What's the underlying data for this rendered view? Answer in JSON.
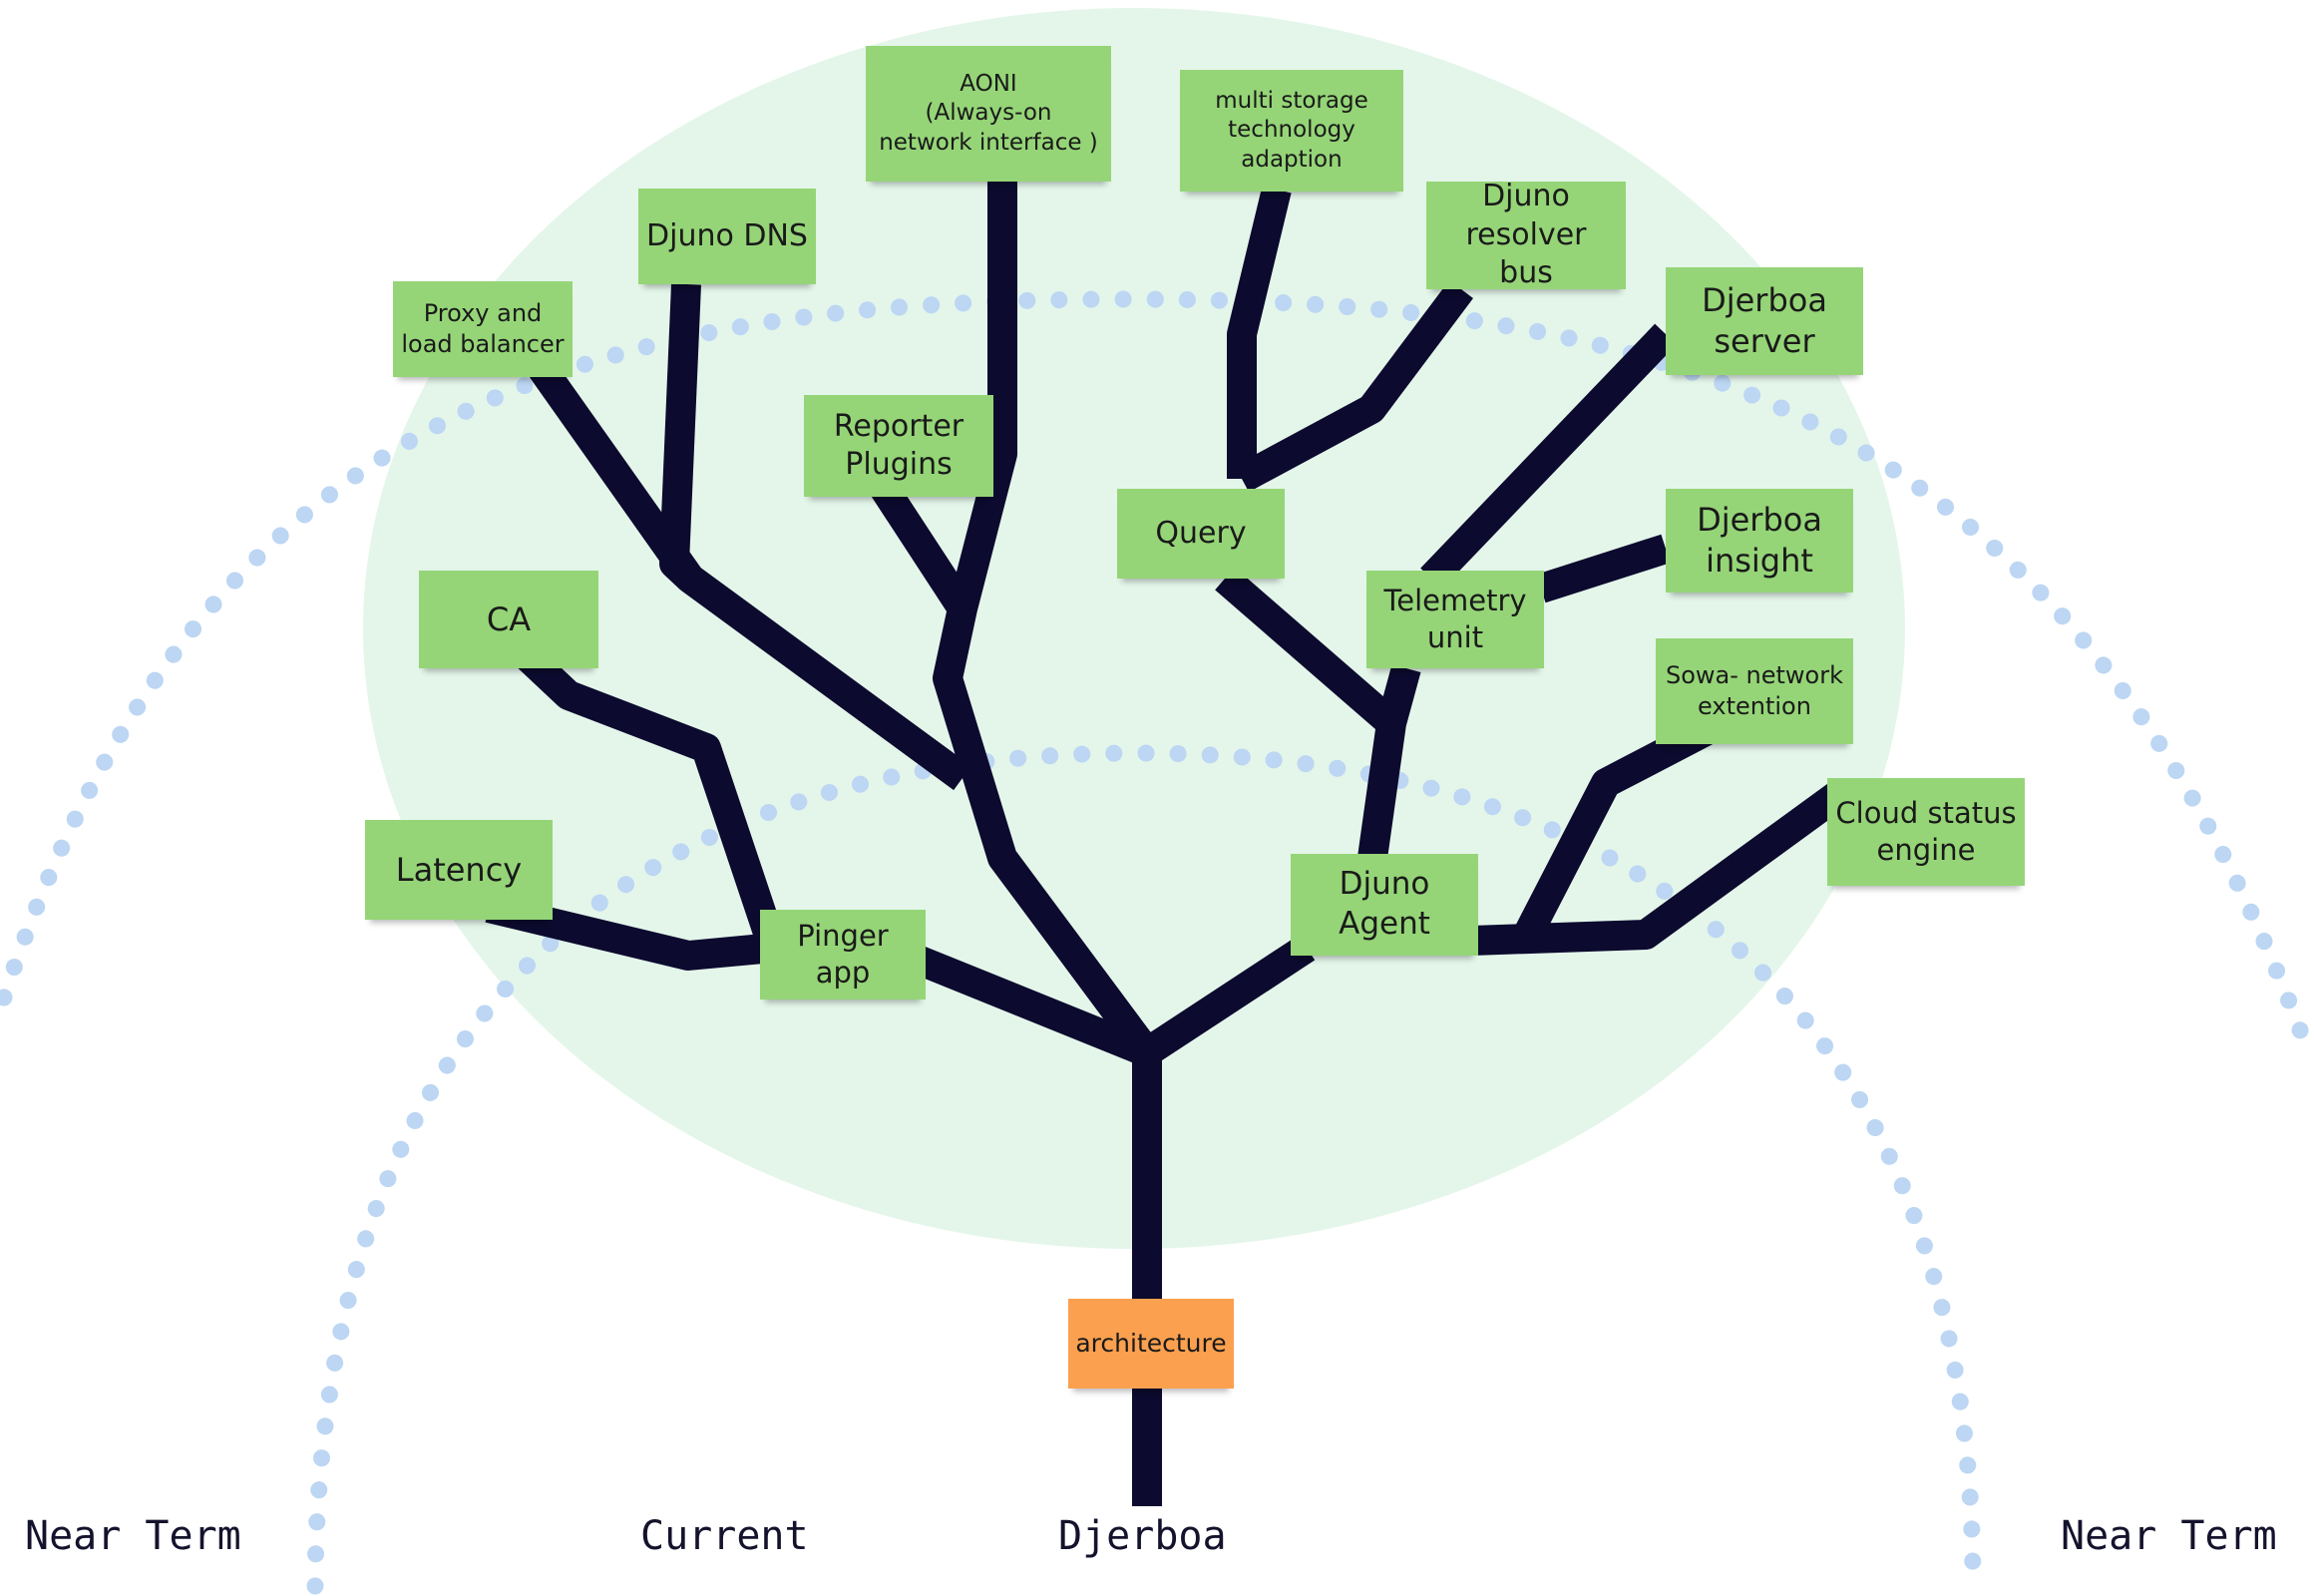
{
  "colors": {
    "canopy": "#e4f6ea",
    "branch": "#0c0a2e",
    "dots": "#bcd6f3",
    "note_green": "#95d577",
    "note_orange": "#fba04f"
  },
  "notes": {
    "aoni": "AONI\n(Always-on\nnetwork interface )",
    "multi_storage": "multi storage\ntechnology\nadaption",
    "djuno_dns": "Djuno DNS",
    "djuno_resolver_bus": "Djuno\nresolver bus",
    "proxy_load_balancer": "Proxy and\nload balancer",
    "djerboa_server": "Djerboa\nserver",
    "reporter_plugins": "Reporter\nPlugins",
    "query": "Query",
    "djerboa_insight": "Djerboa\ninsight",
    "ca": "CA",
    "telemetry_unit": "Telemetry\nunit",
    "sowa_network": "Sowa- network\nextention",
    "latency": "Latency",
    "cloud_status_engine": "Cloud status\nengine",
    "djuno_agent": "Djuno\nAgent",
    "pinger_app": "Pinger app",
    "architecture": "architecture"
  },
  "labels": {
    "near_term_left": "Near Term",
    "current": "Current",
    "djerboa": "Djerboa",
    "near_term_right": "Near Term"
  }
}
